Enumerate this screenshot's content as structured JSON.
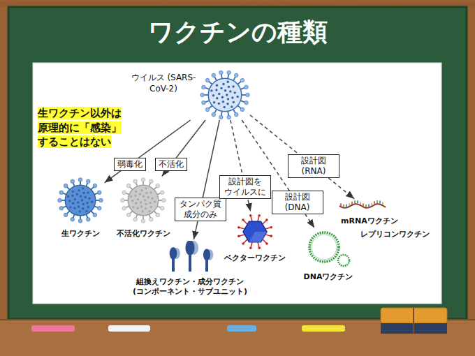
{
  "diagram": {
    "title": "ワクチンの種類",
    "nodes": [
      {
        "text": [
          "ウイルス (SARS-CoV-2)"
        ]
      },
      {
        "text": [
          "生ワクチン"
        ]
      },
      {
        "text": [
          "不活化ワクチン"
        ]
      },
      {
        "text": [
          "組換えワクチン・成分ワクチン (コンポーネント・サブユニット)"
        ]
      },
      {
        "text": [
          "ベクターワクチン"
        ]
      },
      {
        "text": [
          "DNAワクチン"
        ]
      },
      {
        "text": [
          "mRNAワクチン",
          "レプリコンワクチン"
        ]
      }
    ],
    "edges": [
      {
        "from": 0,
        "to": 1,
        "arrow": "to",
        "label": "弱毒化"
      },
      {
        "from": 0,
        "to": 2,
        "arrow": "to",
        "label": "不活化"
      },
      {
        "from": 0,
        "to": 3,
        "arrow": "to",
        "label": "タンパク質 成分のみ"
      },
      {
        "from": 0,
        "to": 4,
        "arrow": "to",
        "label": "設計図を ウイルスに"
      },
      {
        "from": 0,
        "to": 5,
        "arrow": "to",
        "label": "設計図 (DNA)"
      },
      {
        "from": 0,
        "to": 6,
        "arrow": "to",
        "label": "設計図 (RNA)"
      }
    ],
    "labels": [
      "生ワクチン以外は 原理的に「感染」 することはない"
    ]
  }
}
